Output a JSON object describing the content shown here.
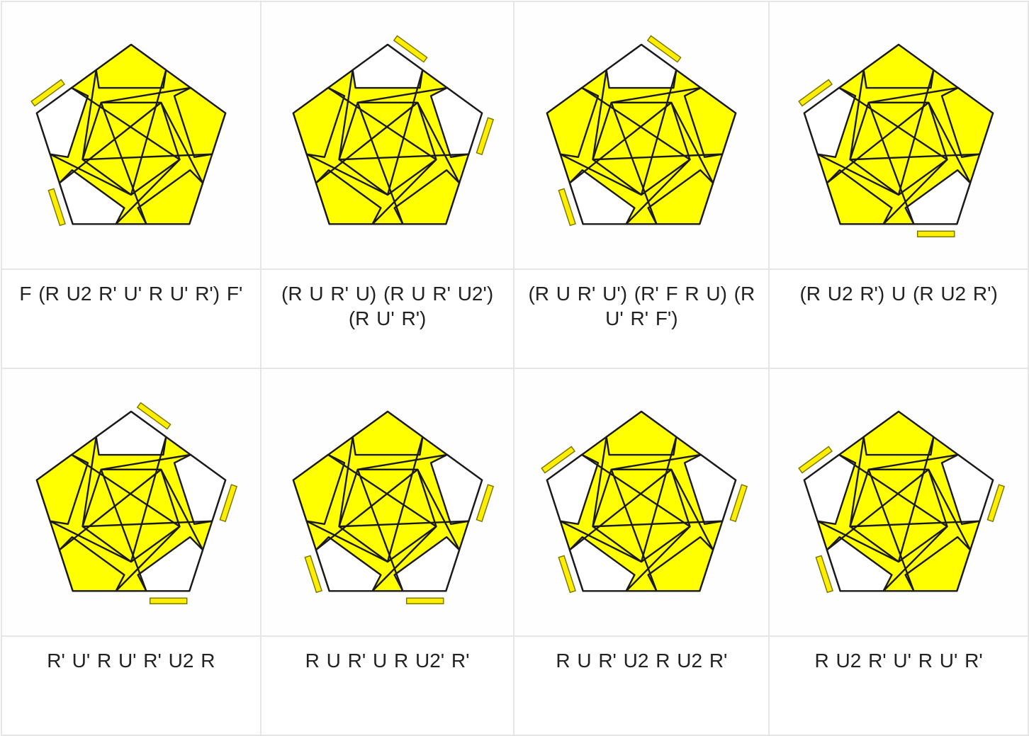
{
  "colors": {
    "yellow": "#ffff00",
    "white": "#ffffff",
    "outline": "#1a1a1a",
    "grid": "#e6e6e6"
  },
  "rows": [
    {
      "cases": [
        {
          "name": "case-1",
          "alg": "F (R U2 R' U' R U' R') F'",
          "white": [
            "t3",
            "t4"
          ]
        },
        {
          "name": "case-2",
          "alg": "(R U R' U) (R U R' U2') (R U' R')",
          "white": [
            "t0",
            "t1"
          ]
        },
        {
          "name": "case-3",
          "alg": "(R U R' U') (R' F R U) (R U' R' F')",
          "white": [
            "t3",
            "t0"
          ]
        },
        {
          "name": "case-4",
          "alg": "(R U2 R') U (R U2 R')",
          "white": [
            "t4",
            "t2"
          ]
        }
      ]
    },
    {
      "cases": [
        {
          "name": "case-5",
          "alg": "R' U' R U' R' U2 R",
          "white": [
            "t0",
            "t1",
            "t2"
          ]
        },
        {
          "name": "case-6",
          "alg": "R U R' U R U2' R'",
          "white": [
            "t3",
            "t2",
            "t1"
          ]
        },
        {
          "name": "case-7",
          "alg": "R U R' U2 R U2 R'",
          "white": [
            "t3",
            "t4",
            "t1"
          ]
        },
        {
          "name": "case-8",
          "alg": "R U2 R' U' R U' R'",
          "white": [
            "t3",
            "t4",
            "t1"
          ]
        }
      ]
    }
  ]
}
